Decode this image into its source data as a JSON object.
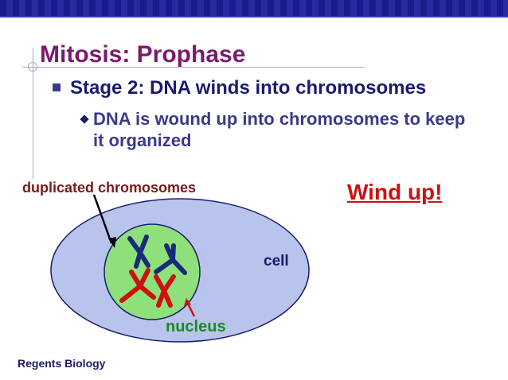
{
  "slide": {
    "title": "Mitosis: Prophase",
    "bullet_main": "Stage 2: DNA winds into chromosomes",
    "bullet_sub": "DNA is wound up into chromosomes to keep it organized",
    "callout": "Wind up!",
    "footer": "Regents Biology"
  },
  "diagram": {
    "label_duplicated": "duplicated chromosomes",
    "label_cell": "cell",
    "label_nucleus": "nucleus"
  },
  "colors": {
    "title": "#7a1a6e",
    "cell_fill": "#b8c4ec",
    "cell_stroke": "#1a1a6e",
    "nucleus_fill": "#8ee07a",
    "chromosome_blue": "#1a2a7a",
    "chromosome_red": "#cc1111",
    "callout": "#cc1111"
  }
}
